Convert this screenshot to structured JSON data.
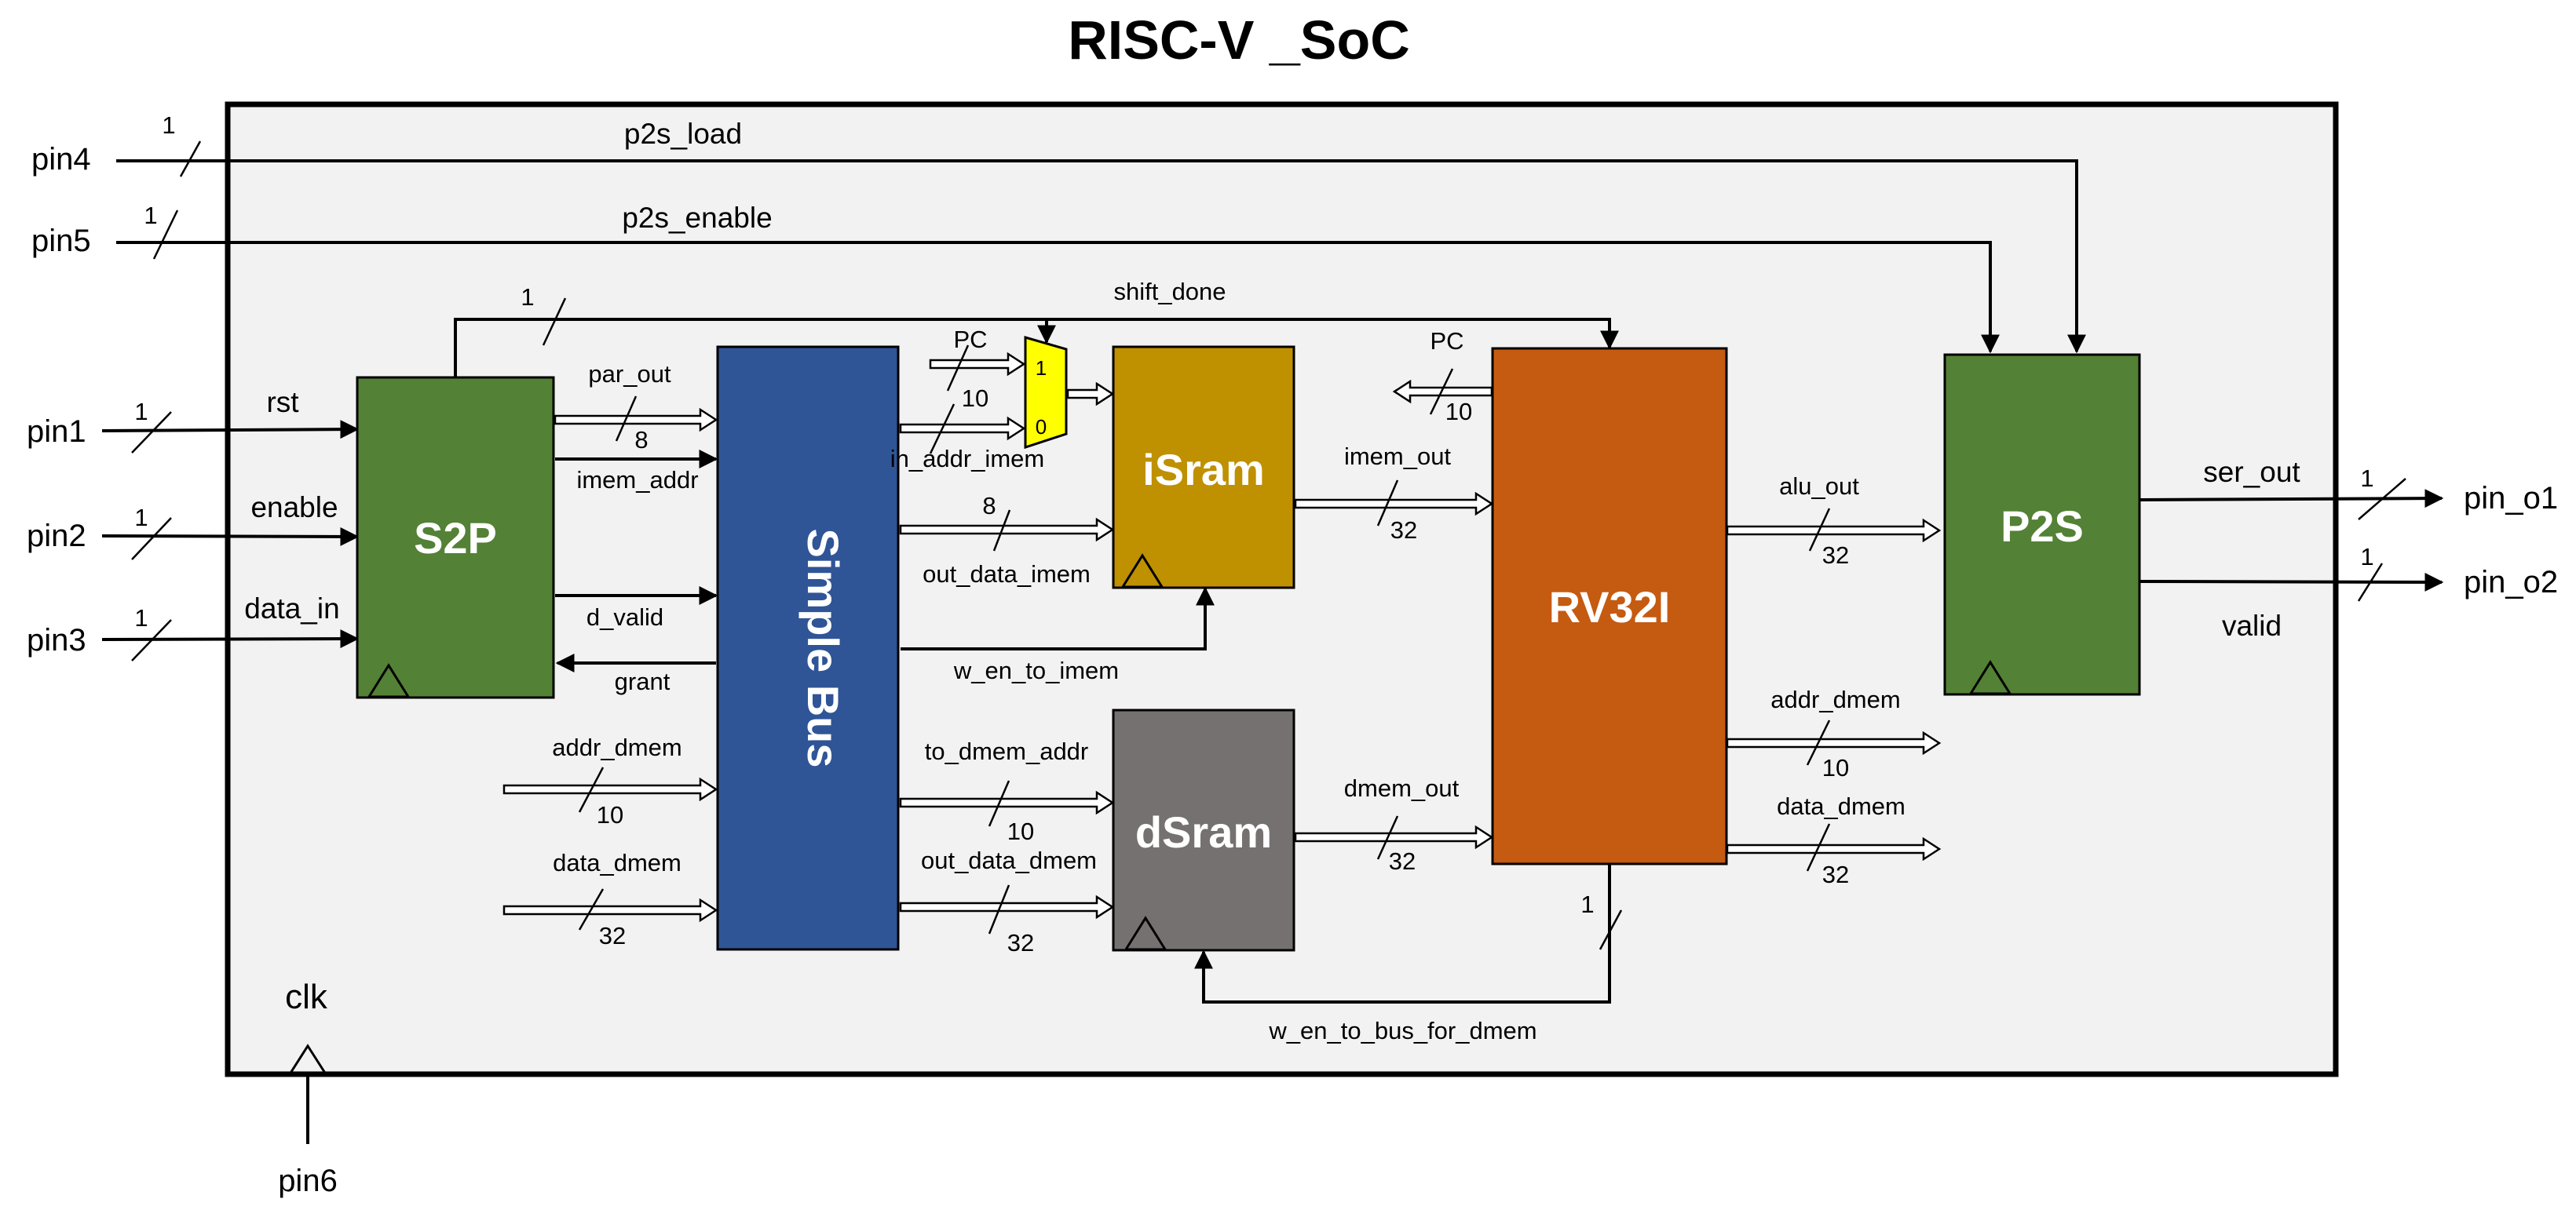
{
  "title": "RISC-V _SoC",
  "colors": {
    "s2p": "#538135",
    "p2s": "#538135",
    "bus": "#2F5597",
    "isram": "#BF9000",
    "dsram": "#767171",
    "rv32i": "#C55A11",
    "mux": "#FFFF00",
    "soc_bg": "#F2F2F2"
  },
  "blocks": {
    "s2p": "S2P",
    "bus": "Simple Bus",
    "isram": "iSram",
    "dsram": "dSram",
    "rv32i": "RV32I",
    "p2s": "P2S"
  },
  "mux": {
    "in1": "1",
    "in0": "0"
  },
  "pins": {
    "pin1": "pin1",
    "pin2": "pin2",
    "pin3": "pin3",
    "pin4": "pin4",
    "pin5": "pin5",
    "pin6": "pin6",
    "pin_o1": "pin_o1",
    "pin_o2": "pin_o2",
    "clk": "clk"
  },
  "signals": {
    "rst": "rst",
    "enable": "enable",
    "data_in": "data_in",
    "p2s_load": "p2s_load",
    "p2s_enable": "p2s_enable",
    "shift_done": "shift_done",
    "par_out": "par_out",
    "imem_addr": "imem_addr",
    "d_valid": "d_valid",
    "grant": "grant",
    "addr_dmem_in": "addr_dmem",
    "data_dmem_in": "data_dmem",
    "pc_mux": "PC",
    "in_addr_imem": "in_addr_imem",
    "out_data_imem": "out_data_imem",
    "w_en_to_imem": "w_en_to_imem",
    "to_dmem_addr": "to_dmem_addr",
    "out_data_dmem": "out_data_dmem",
    "imem_out": "imem_out",
    "dmem_out": "dmem_out",
    "pc_rv": "PC",
    "alu_out": "alu_out",
    "addr_dmem_out": "addr_dmem",
    "data_dmem_out": "data_dmem",
    "w_en_to_bus_for_dmem": "w_en_to_bus_for_dmem",
    "ser_out": "ser_out",
    "valid": "valid"
  },
  "widths": {
    "pin4": "1",
    "pin5": "1",
    "pin1": "1",
    "pin2": "1",
    "pin3": "1",
    "shift_done": "1",
    "par_out": "8",
    "addr_dmem_in": "10",
    "data_dmem_in": "32",
    "pc_mux": "10",
    "out_data_imem": "8",
    "to_dmem_addr": "10",
    "out_data_dmem": "32",
    "imem_out": "32",
    "dmem_out": "32",
    "pc_rv": "10",
    "alu_out": "32",
    "addr_dmem_out": "10",
    "data_dmem_out": "32",
    "w_en_dmem": "1",
    "pin_o1": "1",
    "pin_o2": "1"
  }
}
